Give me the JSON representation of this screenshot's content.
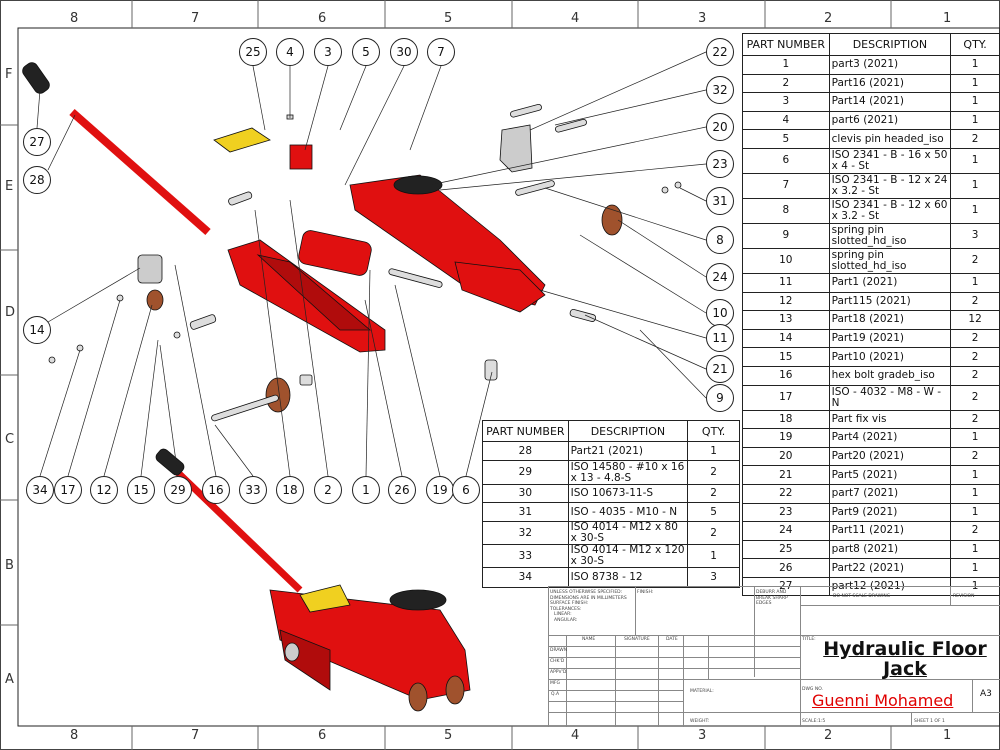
{
  "zones": {
    "columns": [
      "8",
      "7",
      "6",
      "5",
      "4",
      "3",
      "2",
      "1"
    ],
    "rows": [
      "F",
      "E",
      "D",
      "C",
      "B",
      "A"
    ]
  },
  "balloons": [
    "25",
    "4",
    "3",
    "5",
    "30",
    "7",
    "22",
    "32",
    "20",
    "23",
    "31",
    "8",
    "24",
    "10",
    "11",
    "21",
    "9",
    "27",
    "28",
    "14",
    "34",
    "17",
    "12",
    "15",
    "29",
    "16",
    "33",
    "18",
    "2",
    "1",
    "26",
    "19",
    "6"
  ],
  "bom_main": {
    "headers": [
      "PART NUMBER",
      "DESCRIPTION",
      "QTY."
    ],
    "rows": [
      [
        "1",
        "part3 (2021)",
        "1"
      ],
      [
        "2",
        "Part16 (2021)",
        "1"
      ],
      [
        "3",
        "Part14 (2021)",
        "1"
      ],
      [
        "4",
        "part6 (2021)",
        "1"
      ],
      [
        "5",
        "clevis pin headed_iso",
        "2"
      ],
      [
        "6",
        "ISO 2341 - B - 16 x 50 x 4 - St",
        "1"
      ],
      [
        "7",
        "ISO 2341 - B - 12 x 24 x 3.2 - St",
        "1"
      ],
      [
        "8",
        "ISO 2341 - B - 12 x 60 x 3.2 - St",
        "1"
      ],
      [
        "9",
        "spring pin slotted_hd_iso",
        "3"
      ],
      [
        "10",
        "spring pin slotted_hd_iso",
        "2"
      ],
      [
        "11",
        "Part1 (2021)",
        "1"
      ],
      [
        "12",
        "Part115 (2021)",
        "2"
      ],
      [
        "13",
        "Part18 (2021)",
        "12"
      ],
      [
        "14",
        "Part19 (2021)",
        "2"
      ],
      [
        "15",
        "Part10 (2021)",
        "2"
      ],
      [
        "16",
        "hex bolt gradeb_iso",
        "2"
      ],
      [
        "17",
        "ISO - 4032 - M8 - W - N",
        "2"
      ],
      [
        "18",
        "Part fix vis",
        "2"
      ],
      [
        "19",
        "Part4 (2021)",
        "1"
      ],
      [
        "20",
        "Part20 (2021)",
        "2"
      ],
      [
        "21",
        "Part5 (2021)",
        "1"
      ],
      [
        "22",
        "part7 (2021)",
        "1"
      ],
      [
        "23",
        "Part9 (2021)",
        "1"
      ],
      [
        "24",
        "Part11 (2021)",
        "2"
      ],
      [
        "25",
        "part8 (2021)",
        "1"
      ],
      [
        "26",
        "Part22 (2021)",
        "1"
      ],
      [
        "27",
        "part12 (2021)",
        "1"
      ]
    ]
  },
  "bom_second": {
    "headers": [
      "PART NUMBER",
      "DESCRIPTION",
      "QTY."
    ],
    "rows": [
      [
        "28",
        "Part21 (2021)",
        "1"
      ],
      [
        "29",
        "ISO 14580 - #10 x 16 x 13 - 4.8-S",
        "2"
      ],
      [
        "30",
        "ISO 10673-11-S",
        "2"
      ],
      [
        "31",
        "ISO - 4035 - M10 - N",
        "5"
      ],
      [
        "32",
        "ISO 4014 - M12 x 80 x 30-S",
        "2"
      ],
      [
        "33",
        "ISO 4014 - M12 x 120 x 30-S",
        "1"
      ],
      [
        "34",
        "ISO 8738 - 12",
        "3"
      ]
    ]
  },
  "title_block": {
    "notes": [
      "UNLESS OTHERWISE SPECIFIED:",
      "DIMENSIONS ARE IN MILLIMETERS",
      "SURFACE FINISH:",
      "TOLERANCES:",
      "LINEAR:",
      "ANGULAR:"
    ],
    "finish": "FINISH:",
    "deburr": "DEBURR AND BREAK SHARP EDGES",
    "do_not_scale": "DO NOT SCALE DRAWING",
    "revision": "REVISION",
    "col_headers": [
      "NAME",
      "SIGNATURE",
      "DATE"
    ],
    "row_labels": [
      "DRAWN",
      "CHK'D",
      "APPV'D",
      "MFG",
      "Q.A"
    ],
    "title_label": "TITLE:",
    "title": "Hydraulic Floor Jack",
    "material": "MATERIAL:",
    "dwg_no_label": "DWG NO.",
    "dwg_no": "Guenni Mohamed",
    "size": "A3",
    "weight": "WEIGHT:",
    "scale": "SCALE:1:5",
    "sheet": "SHEET 1 OF 1"
  },
  "colors": {
    "part_red": "#e01010",
    "dwg_no_red": "#e00000"
  }
}
